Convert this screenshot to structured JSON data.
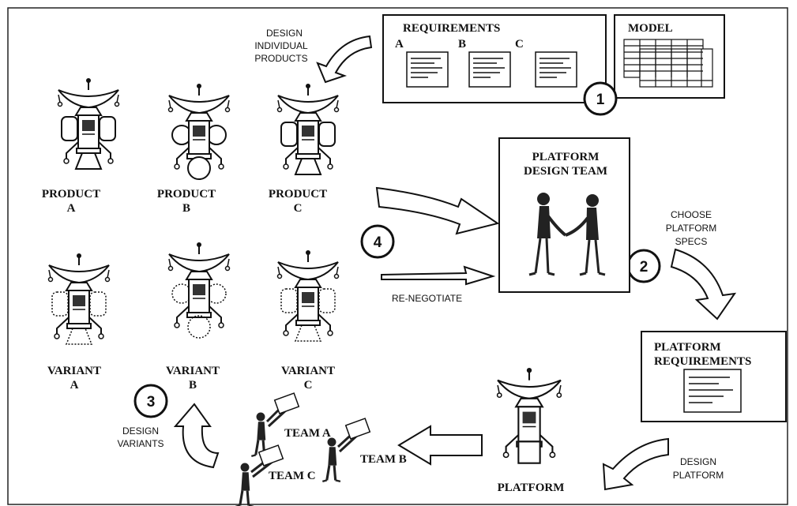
{
  "requirements": {
    "title": "REQUIREMENTS",
    "labels": [
      "A",
      "B",
      "C"
    ]
  },
  "model": {
    "title": "MODEL"
  },
  "design_individual": [
    "DESIGN",
    "INDIVIDUAL",
    "PRODUCTS"
  ],
  "products": [
    {
      "line1": "PRODUCT",
      "line2": "A"
    },
    {
      "line1": "PRODUCT",
      "line2": "B"
    },
    {
      "line1": "PRODUCT",
      "line2": "C"
    }
  ],
  "variants": [
    {
      "line1": "VARIANT",
      "line2": "A"
    },
    {
      "line1": "VARIANT",
      "line2": "B"
    },
    {
      "line1": "VARIANT",
      "line2": "C"
    }
  ],
  "platform_team": {
    "line1": "PLATFORM",
    "line2": "DESIGN TEAM"
  },
  "choose_specs": [
    "CHOOSE",
    "PLATFORM",
    "SPECS"
  ],
  "platform_requirements": {
    "line1": "PLATFORM",
    "line2": "REQUIREMENTS"
  },
  "design_platform": [
    "DESIGN",
    "PLATFORM"
  ],
  "platform_label": "PLATFORM",
  "renegotiate": "RE-NEGOTIATE",
  "design_variants": [
    "DESIGN",
    "VARIANTS"
  ],
  "teams": [
    "TEAM A",
    "TEAM B",
    "TEAM C"
  ],
  "steps": [
    "1",
    "2",
    "3",
    "4"
  ]
}
